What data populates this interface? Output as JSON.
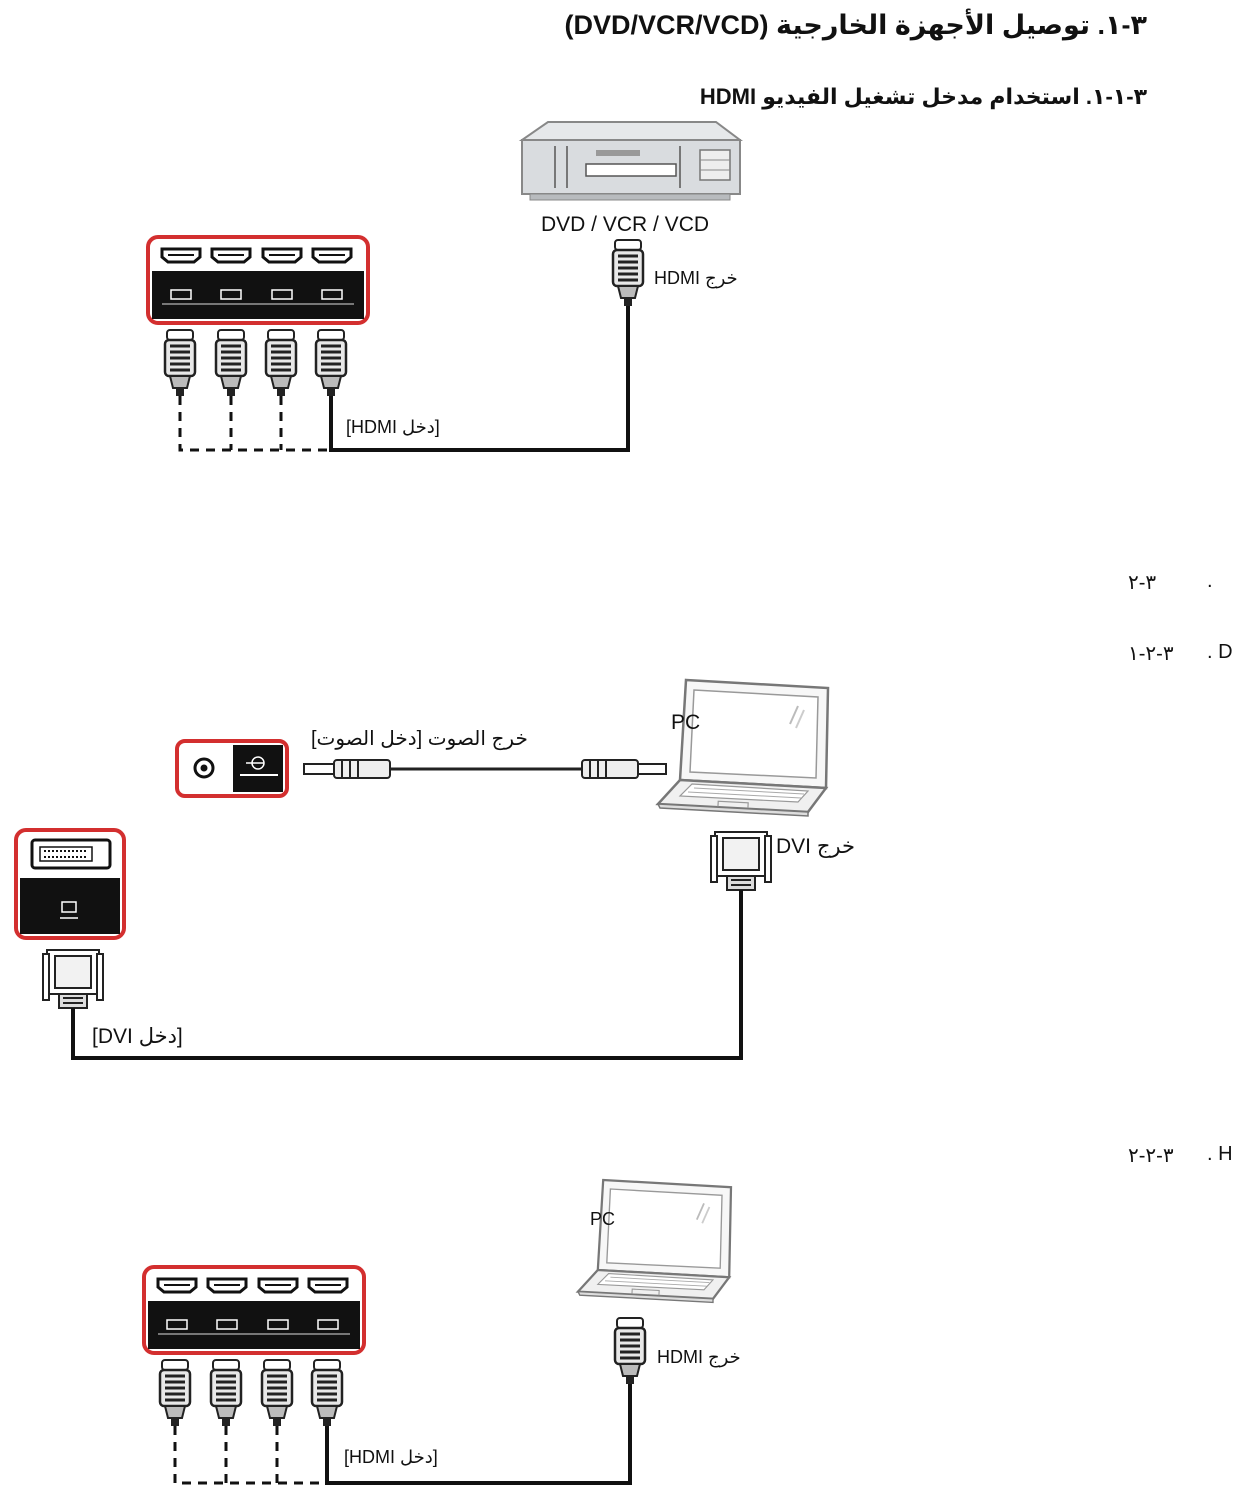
{
  "headings": {
    "section": "٣-١.   توصيل الأجهزة الخارجية (DVD/VCR/VCD)",
    "subsection_hdmi": "٣-١-١.  استخدام مدخل تشغيل الفيديو HDMI",
    "section_pc": "٣-٢",
    "subsection_dvi": "٣-٢-١",
    "subsection_hdmi_pc": "٣-٢-٢",
    "cut_dot_1": ".",
    "cut_dot_2": ". D",
    "cut_dot_3": ". H"
  },
  "diagram_dvd": {
    "device_label": "DVD / VCR / VCD",
    "hdmi_out": "خرج HDMI",
    "hdmi_in": "[دخل HDMI]"
  },
  "diagram_dvi": {
    "pc_label": "PC",
    "audio_label": "خرج الصوت [دخل الصوت]",
    "dvi_out": "خرج DVI",
    "dvi_in": "[دخل DVI]"
  },
  "diagram_hdmi_pc": {
    "pc_label": "PC",
    "hdmi_out": "خرج HDMI",
    "hdmi_in": "[دخل HDMI]"
  },
  "colors": {
    "panel_border": "#d32f2f",
    "panel_fill": "#111111",
    "cable": "#111111",
    "device_gray": "#cfd2d6"
  }
}
